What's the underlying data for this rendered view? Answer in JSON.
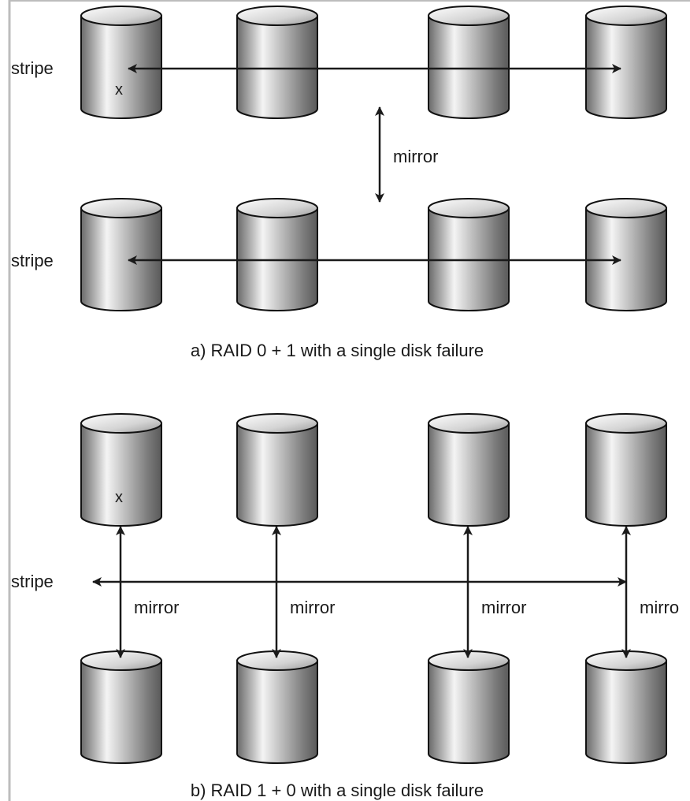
{
  "panel_a": {
    "stripe_label_top": "stripe",
    "stripe_label_bottom": "stripe",
    "mirror_label": "mirror",
    "failed_marker": "x",
    "caption": "a) RAID 0 + 1 with a single disk failure"
  },
  "panel_b": {
    "stripe_label": "stripe",
    "mirror_labels": [
      "mirror",
      "mirror",
      "mirror",
      "mirro"
    ],
    "failed_marker": "x",
    "caption": "b) RAID 1 + 0 with a single disk failure"
  },
  "colors": {
    "frame": "#bdbdbd",
    "disk_light": "#f2f2f2",
    "disk_dark": "#5a5a5a",
    "arrow": "#1a1a1a"
  }
}
